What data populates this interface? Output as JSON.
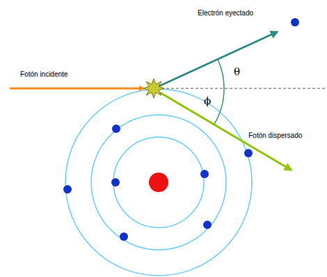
{
  "diagram": {
    "labels": [
      "Electrón eyectado",
      "Fotón incidente",
      "θ",
      "ϕ",
      "Fotón dispersado"
    ]
  }
}
